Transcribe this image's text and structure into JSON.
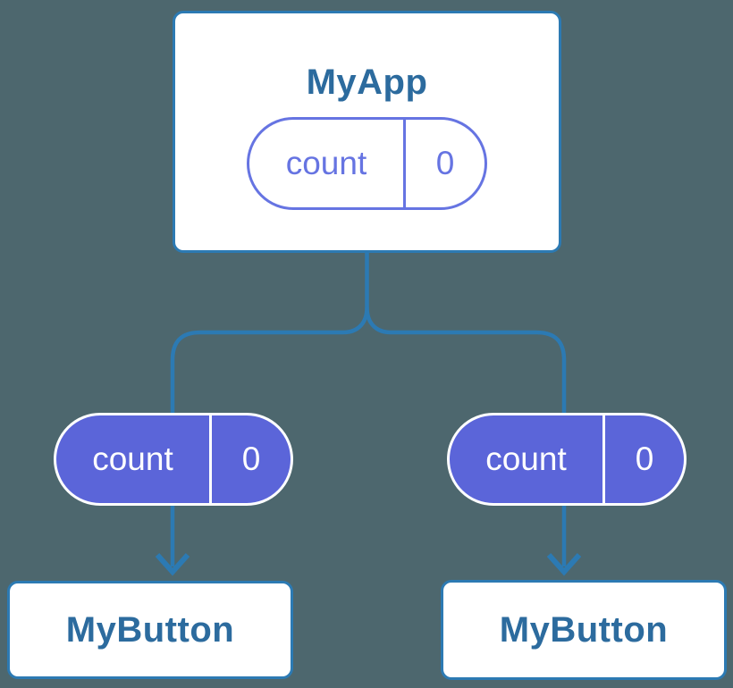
{
  "colors": {
    "background": "#4D676E",
    "connector-blue": "#2C7AB3",
    "node-border-blue": "#2C7AB3",
    "node-title-blue": "#2C6B9E",
    "pill-purple": "#5B65D9",
    "pill-outline-purple": "#6674E2",
    "node-bg": "#FFFFFF",
    "pill-text-light": "#FFFFFF"
  },
  "diagram": {
    "root": {
      "title": "MyApp",
      "state": {
        "name": "count",
        "value": "0"
      }
    },
    "children": [
      {
        "title": "MyButton",
        "state": {
          "name": "count",
          "value": "0"
        }
      },
      {
        "title": "MyButton",
        "state": {
          "name": "count",
          "value": "0"
        }
      }
    ]
  }
}
